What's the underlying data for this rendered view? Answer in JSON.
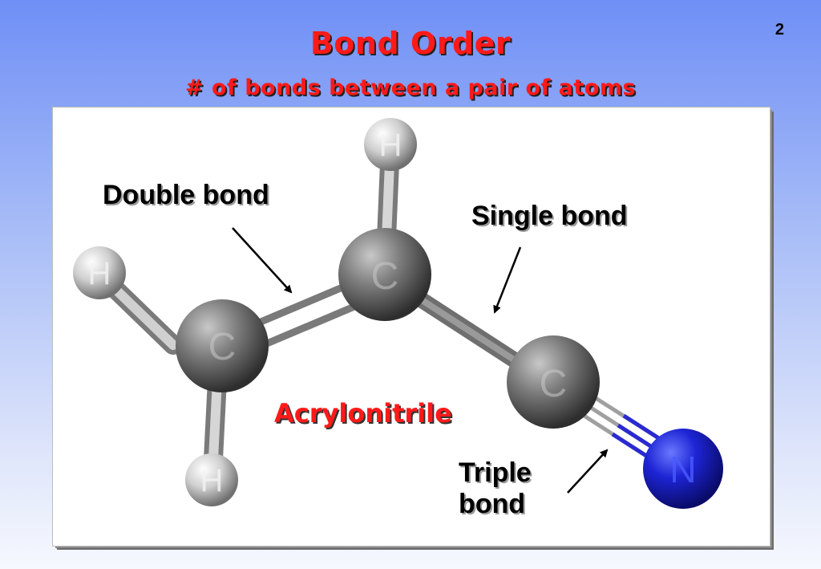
{
  "slide": {
    "number": "2",
    "title": "Bond Order",
    "subtitle": "# of bonds between a pair of atoms"
  },
  "molecule": {
    "name": "Acrylonitrile",
    "atom_symbols": {
      "H": "H",
      "C": "C",
      "N": "N"
    }
  },
  "labels": {
    "double_bond": "Double bond",
    "single_bond": "Single bond",
    "triple_bond_line1": "Triple",
    "triple_bond_line2": "bond"
  },
  "colors": {
    "title": "#ff1a1a",
    "background_top": "#6f8ff6",
    "carbon": "#8a8a8a",
    "hydrogen": "#d9d9d9",
    "nitrogen": "#1f28d6",
    "triple_bond": "#2a2ad0"
  }
}
